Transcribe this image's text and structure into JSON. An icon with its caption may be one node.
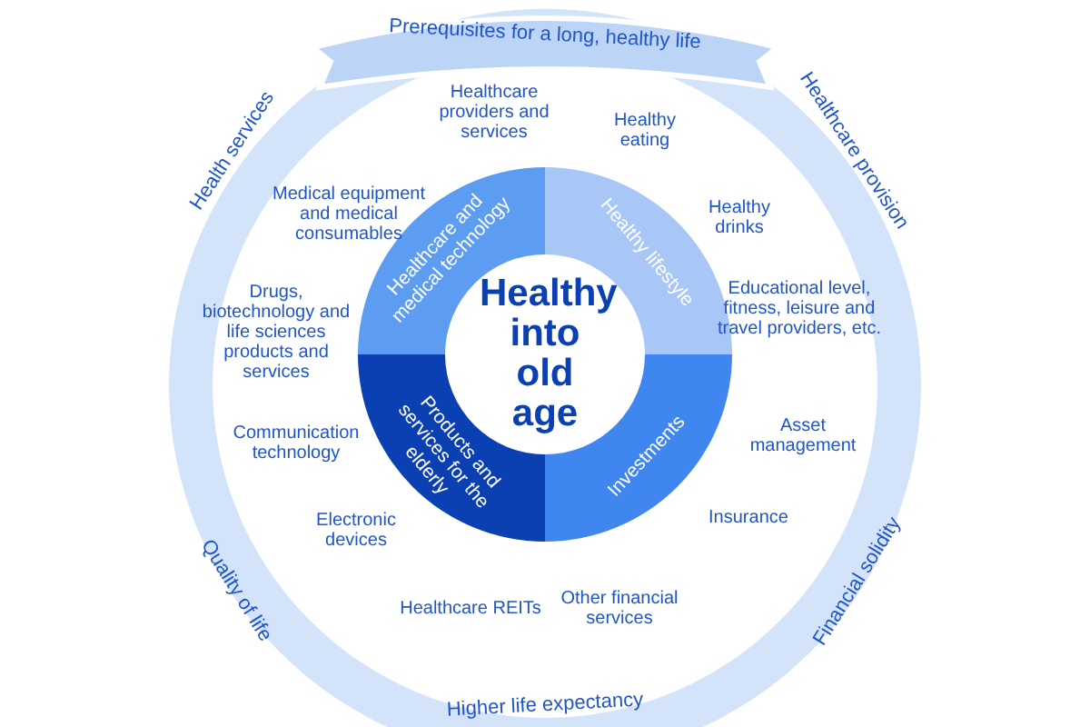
{
  "diagram": {
    "nodes": [
      {
        "text": [
          "Healthy into old age"
        ]
      },
      {
        "text": [
          "Healthcare and medical technology"
        ]
      },
      {
        "text": [
          "Healthy lifestyle"
        ]
      },
      {
        "text": [
          "Products and services for the elderly"
        ]
      },
      {
        "text": [
          "Investments"
        ]
      }
    ],
    "labels": [
      "Prerequisites for a long, healthy life",
      "Health services",
      "Healthcare provision",
      "Healthcare providers and services",
      "Healthy eating",
      "Medical equipment and medical consumables",
      "Healthy drinks",
      "Drugs, biotechnology and life sciences products and services",
      "Educational level, fitness, leisure and travel providers, etc.",
      "Communication technology",
      "Asset management",
      "Electronic devices",
      "Insurance",
      "Quality of life",
      "Financial solidity",
      "Healthcare REITs",
      "Other financial services",
      "Higher life expectancy"
    ]
  }
}
